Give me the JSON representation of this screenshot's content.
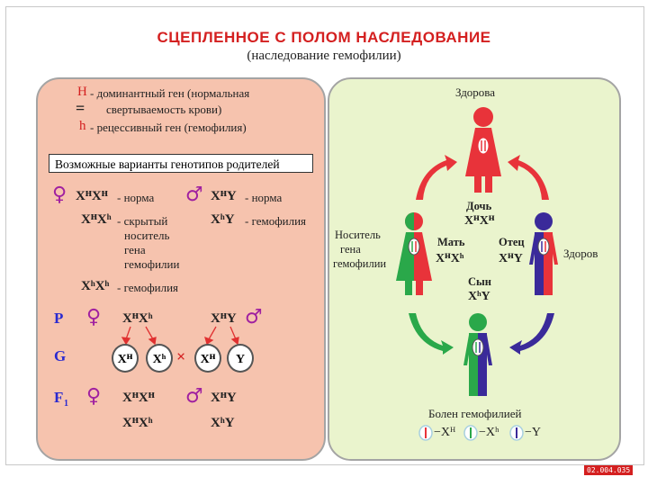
{
  "header": {
    "title": "СЦЕПЛЕННОЕ С ПОЛОМ НАСЛЕДОВАНИЕ",
    "subtitle": "(наследование гемофилии)"
  },
  "legend": {
    "dominant_letter": "H",
    "dominant_text_1": "- доминантный ген (нормальная",
    "dominant_eq": "=",
    "dominant_text_2": "свертываемость крови)",
    "recessive_letter": "h",
    "recessive_text": "- рецессивный ген (гемофилия)",
    "box_text": "Возможные варианты генотипов родителей"
  },
  "genotypes": {
    "female_sym": "♀",
    "male_sym": "♂",
    "f1": "XᴴXᴴ",
    "f1_desc": "- норма",
    "f2": "XᴴXʰ",
    "f2_desc_1": "- скрытый",
    "f2_desc_2": "носитель",
    "f2_desc_3": "гена",
    "f2_desc_4": "гемофилии",
    "f3": "XʰXʰ",
    "f3_desc": "- гемофилия",
    "m1": "XᴴY",
    "m1_desc": "- норма",
    "m2": "XʰY",
    "m2_desc": "- гемофилия"
  },
  "cross": {
    "p_label": "P",
    "g_label": "G",
    "f_label": "F",
    "f_sub": "1",
    "p_female": "XᴴXʰ",
    "p_male": "XᴴY",
    "g1": "Xᴴ",
    "g2": "Xʰ",
    "cross_sign": "×",
    "g3": "Xᴴ",
    "g4": "Y",
    "f1_female_1": "XᴴXᴴ",
    "f1_female_2": "XᴴXʰ",
    "f1_male_1": "XᴴY",
    "f1_male_2": "XʰY"
  },
  "pedigree": {
    "daughter_top": "Здорова",
    "daughter_label": "Дочь",
    "daughter_geno": "XᴴXᴴ",
    "mother_side_1": "Носитель",
    "mother_side_2": "гена",
    "mother_side_3": "гемофилии",
    "mother_label": "Мать",
    "mother_geno": "XᴴXʰ",
    "father_label": "Отец",
    "father_geno": "XᴴY",
    "father_side": "Здоров",
    "son_label": "Сын",
    "son_geno": "XʰY",
    "son_bottom": "Болен гемофилией",
    "key_1": "−Xᴴ",
    "key_2": "−Xʰ",
    "key_3": "−Y"
  },
  "footer": {
    "code": "02.004.035"
  },
  "colors": {
    "title_red": "#d42020",
    "left_panel": "#f6c3ae",
    "right_panel": "#eaf4cd",
    "figure_red": "#e8333a",
    "figure_green": "#2aa84a",
    "figure_blue": "#3a2a9a"
  }
}
